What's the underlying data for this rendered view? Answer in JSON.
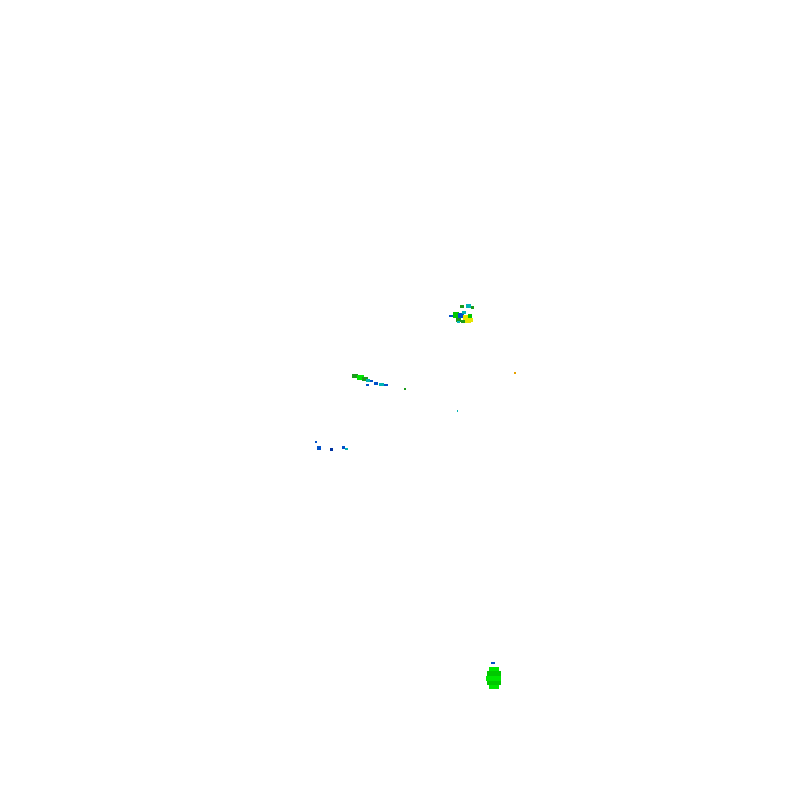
{
  "product": {
    "kind": "weather-radar-reflectivity",
    "background_color": "#ffffff"
  },
  "legend_colors": {
    "light": "#00c800",
    "bright": "#00e600",
    "moderate": "#1a9c1a",
    "cyan": "#00b4b4",
    "blue": "#0050c8",
    "deep_blue": "#0032a0",
    "yellow": "#e6e600",
    "orange": "#e6a000"
  },
  "echoes": [
    {
      "name": "echo-cell-north",
      "intensity": [
        "blue",
        "cyan",
        "moderate",
        "yellow"
      ]
    },
    {
      "name": "echo-band-central",
      "intensity": [
        "moderate",
        "bright",
        "blue",
        "cyan"
      ]
    },
    {
      "name": "echo-cluster-west",
      "intensity": [
        "blue",
        "deep_blue"
      ]
    },
    {
      "name": "echo-cell-south",
      "intensity": [
        "bright",
        "light"
      ]
    },
    {
      "name": "echo-speck-east",
      "intensity": [
        "orange"
      ]
    }
  ]
}
